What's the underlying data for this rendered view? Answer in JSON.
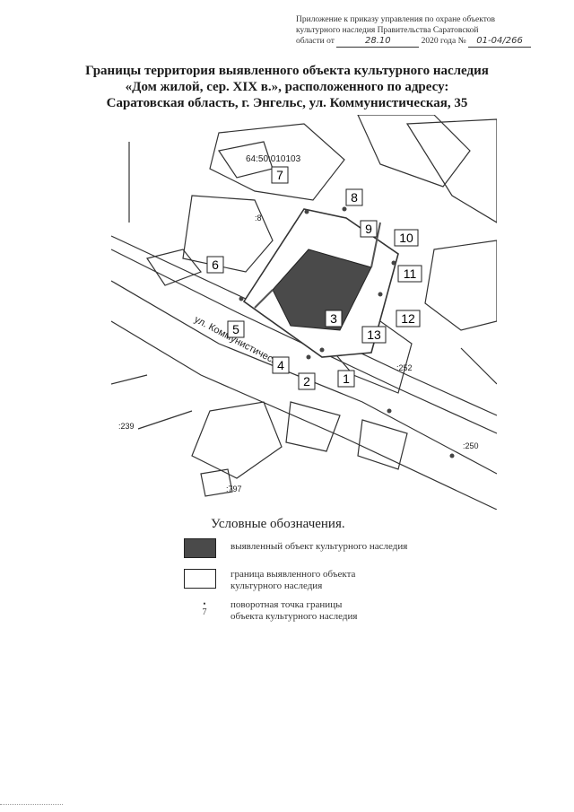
{
  "header": {
    "line1": "Приложение к приказу управления по охране объектов",
    "line2": "культурного наследия Правительства Саратовской",
    "line3_prefix": "области от",
    "date_value": "28.10",
    "line3_mid": "2020 года №",
    "number_value": "01-04/266"
  },
  "title": {
    "line1": "Границы территория выявленного объекта культурного наследия",
    "line2": "«Дом жилой, сер. XIX в.», расположенного по адресу:",
    "line3": "Саратовская область, г. Энгельс, ул. Коммунистическая, 35"
  },
  "map": {
    "cadastral_number": "64:50:010103",
    "street_label": "ул. Коммунистическая",
    "building_labels": [
      ":8",
      ":252",
      ":239",
      ":250",
      ":797"
    ],
    "boundary_points": [
      "1",
      "2",
      "3",
      "4",
      "5",
      "6",
      "7",
      "8",
      "9",
      "10",
      "11",
      "12",
      "13"
    ],
    "colors": {
      "object_fill": "#4a4a4a",
      "lines": "#333333"
    }
  },
  "legend": {
    "title": "Условные обозначения.",
    "object": "выявленный объект культурного наследия",
    "border_line1": "граница выявленного объекта",
    "border_line2": "культурного наследия",
    "point_symbol": "7",
    "point_line1": "поворотная точка границы",
    "point_line2": "объекта культурного наследия"
  }
}
